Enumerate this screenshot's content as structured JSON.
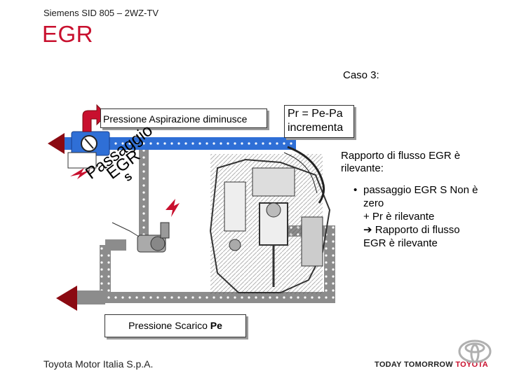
{
  "header": {
    "subtitle": "Siemens SID 805 – 2WZ-TV",
    "title": "EGR"
  },
  "case_label": "Caso 3:",
  "diagram": {
    "intake_label": "Pressione Aspirazione diminusce",
    "exhaust_label": "Pressione Scarico ",
    "exhaust_symbol": "Pe",
    "passage_label_lines": [
      "Passaggio",
      "EGR",
      "S"
    ]
  },
  "pr_box": {
    "line1": "Pr = Pe-Pa",
    "line2": "incrementa"
  },
  "notes": {
    "flow_title_line1": "Rapporto di flusso EGR è",
    "flow_title_line2": "rilevante:",
    "bullet_marker": "•",
    "bullet_line1": "passaggio EGR S Non è",
    "bullet_line2": "zero",
    "bullet_line3": "+ Pr è rilevante",
    "bullet_arrow": "➔",
    "bullet_line4": " Rapporto di flusso",
    "bullet_line5": "EGR è rilevante"
  },
  "footer": {
    "company": "Toyota Motor Italia S.p.A.",
    "slogan_part1": "TODAY TOMORROW ",
    "slogan_part2": "TOYOTA"
  },
  "colors": {
    "title_red": "#c8102e",
    "pipe_grey": "#8c8c8c",
    "arrow_red": "#8b0a12",
    "intake_blue": "#2f6fd6"
  }
}
